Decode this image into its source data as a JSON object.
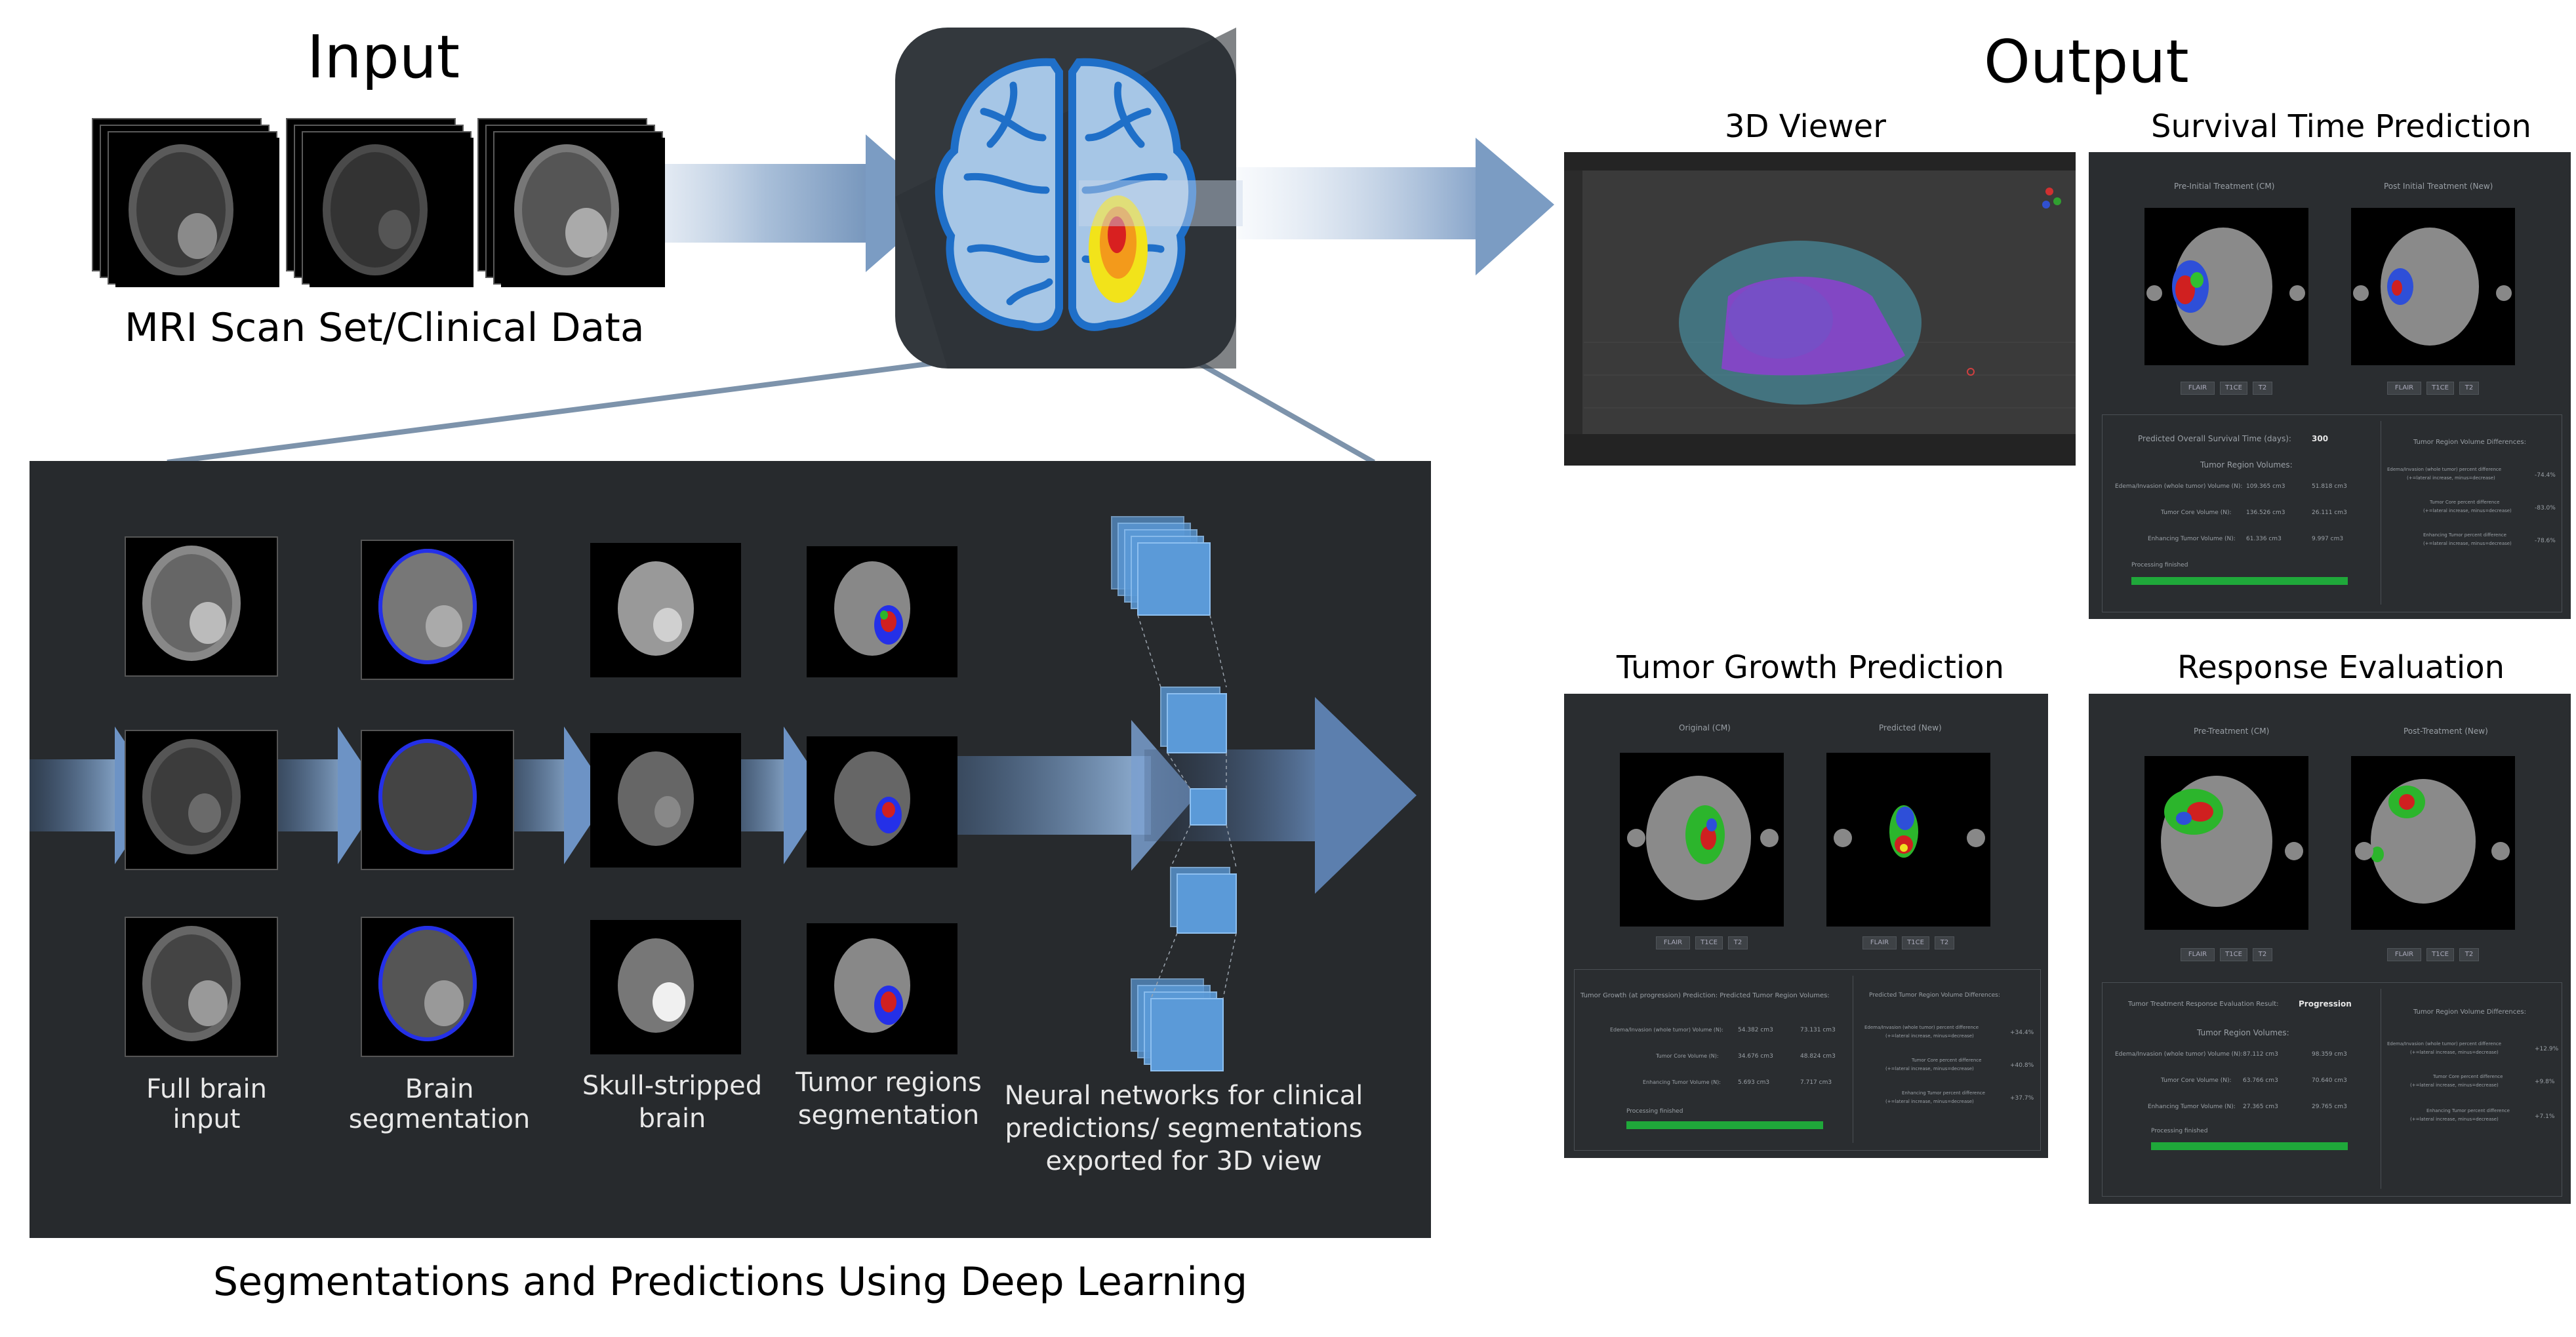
{
  "input": {
    "title": "Input",
    "caption": "MRI Scan Set/Clinical Data"
  },
  "output": {
    "title": "Output",
    "viewer3d": {
      "title": "3D Viewer"
    },
    "survival": {
      "title": "Survival Time Prediction",
      "left_label": "Pre-Initial Treatment (CM)",
      "right_label": "Post Initial Treatment (New)",
      "buttons": [
        "FLAIR",
        "T1CE",
        "T2"
      ],
      "predicted_label": "Predicted Overall Survival Time (days):",
      "predicted_value": "300",
      "volumes_header": "Tumor Region Volumes:",
      "rows": [
        {
          "label": "Edema/Invasion (whole tumor) Volume (N):",
          "a": "109.365 cm3",
          "b": "51.818 cm3"
        },
        {
          "label": "Tumor Core Volume (N):",
          "a": "136.526 cm3",
          "b": "26.111 cm3"
        },
        {
          "label": "Enhancing Tumor Volume (N):",
          "a": "61.336 cm3",
          "b": "9.997 cm3"
        }
      ],
      "diff_header": "Tumor Region Volume Differences:",
      "diffs": [
        {
          "label": "Edema/Invasion (whole tumor) percent difference",
          "sub": "(+=lateral increase, minus=decrease)",
          "val": "-74.4%"
        },
        {
          "label": "Tumor Core percent difference",
          "sub": "(+=lateral increase, minus=decrease)",
          "val": "-83.0%"
        },
        {
          "label": "Enhancing Tumor percent difference",
          "sub": "(+=lateral increase, minus=decrease)",
          "val": "-78.6%"
        }
      ],
      "status": "Processing finished"
    },
    "growth": {
      "title": "Tumor Growth Prediction",
      "left_label": "Original (CM)",
      "right_label": "Predicted (New)",
      "buttons": [
        "FLAIR",
        "T1CE",
        "T2"
      ],
      "summary": "Tumor Growth (at progression) Prediction: Predicted Tumor Region Volumes:",
      "rows": [
        {
          "label": "Edema/Invasion (whole tumor) Volume (N):",
          "a": "54.382 cm3",
          "b": "73.131 cm3"
        },
        {
          "label": "Tumor Core Volume (N):",
          "a": "34.676 cm3",
          "b": "48.824 cm3"
        },
        {
          "label": "Enhancing Tumor Volume (N):",
          "a": "5.693 cm3",
          "b": "7.717 cm3"
        }
      ],
      "diff_header": "Predicted Tumor Region Volume Differences:",
      "diffs": [
        {
          "label": "Edema/Invasion (whole tumor) percent difference",
          "sub": "(+=lateral increase, minus=decrease)",
          "val": "+34.4%"
        },
        {
          "label": "Tumor Core percent difference",
          "sub": "(+=lateral increase, minus=decrease)",
          "val": "+40.8%"
        },
        {
          "label": "Enhancing Tumor percent difference",
          "sub": "(+=lateral increase, minus=decrease)",
          "val": "+37.7%"
        }
      ],
      "status": "Processing finished"
    },
    "response": {
      "title": "Response Evaluation",
      "left_label": "Pre-Treatment (CM)",
      "right_label": "Post-Treatment (New)",
      "buttons": [
        "FLAIR",
        "T1CE",
        "T2"
      ],
      "result_label": "Tumor Treatment Response Evaluation Result:",
      "result_value": "Progression",
      "volumes_header": "Tumor Region Volumes:",
      "rows": [
        {
          "label": "Edema/Invasion (whole tumor) Volume (N):",
          "a": "87.112 cm3",
          "b": "98.359 cm3"
        },
        {
          "label": "Tumor Core Volume (N):",
          "a": "63.766 cm3",
          "b": "70.640 cm3"
        },
        {
          "label": "Enhancing Tumor Volume (N):",
          "a": "27.365 cm3",
          "b": "29.765 cm3"
        }
      ],
      "diff_header": "Tumor Region Volume Differences:",
      "diffs": [
        {
          "label": "Edema/Invasion (whole tumor) percent difference",
          "sub": "(+=lateral increase, minus=decrease)",
          "val": "+12.9%"
        },
        {
          "label": "Tumor Core percent difference",
          "sub": "(+=lateral increase, minus=decrease)",
          "val": "+9.8%"
        },
        {
          "label": "Enhancing Tumor percent difference",
          "sub": "(+=lateral increase, minus=decrease)",
          "val": "+7.1%"
        }
      ],
      "status": "Processing finished"
    }
  },
  "pipeline": {
    "caption": "Segmentations and Predictions Using Deep Learning",
    "steps": {
      "full_brain": "Full brain input",
      "brain_seg": "Brain segmentation",
      "skull_1": "Skull-stripped",
      "skull_2": "brain",
      "tumor_1": "Tumor regions",
      "tumor_2": "segmentation",
      "nn_1": "Neural networks for clinical",
      "nn_2": "predictions/ segmentations",
      "nn_3": "exported for 3D view"
    }
  }
}
